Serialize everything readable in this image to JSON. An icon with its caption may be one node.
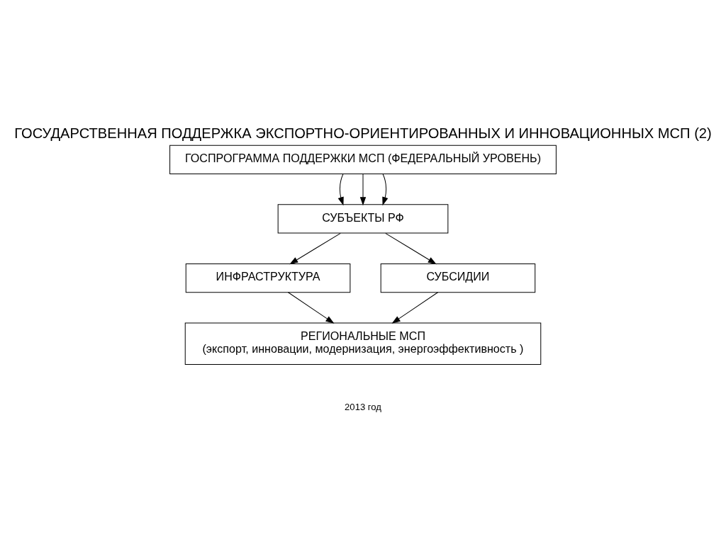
{
  "diagram": {
    "title": "ГОСУДАРСТВЕННАЯ ПОДДЕРЖКА ЭКСПОРТНО-ОРИЕНТИРОВАННЫХ И ИННОВАЦИОННЫХ МСП (2)",
    "nodes": [
      {
        "text": [
          "ГОСПРОГРАММА ПОДДЕРЖКИ МСП (ФЕДЕРАЛЬНЫЙ УРОВЕНЬ)"
        ]
      },
      {
        "text": [
          "СУБЪЕКТЫ РФ"
        ]
      },
      {
        "text": [
          "ИНФРАСТРУКТУРА"
        ]
      },
      {
        "text": [
          "СУБСИДИИ"
        ]
      },
      {
        "text": [
          "РЕГИОНАЛЬНЫЕ МСП",
          "(экспорт, инновации, модернизация, энергоэффективность )"
        ]
      }
    ],
    "edges": [
      {
        "from": 0,
        "to": 1,
        "arrow": "to"
      },
      {
        "from": 0,
        "to": 1,
        "arrow": "to"
      },
      {
        "from": 0,
        "to": 1,
        "arrow": "to"
      },
      {
        "from": 1,
        "to": 2,
        "arrow": "to"
      },
      {
        "from": 1,
        "to": 3,
        "arrow": "to"
      },
      {
        "from": 2,
        "to": 4,
        "arrow": "to"
      },
      {
        "from": 3,
        "to": 4,
        "arrow": "to"
      }
    ],
    "labels": [
      "2013 год"
    ]
  }
}
